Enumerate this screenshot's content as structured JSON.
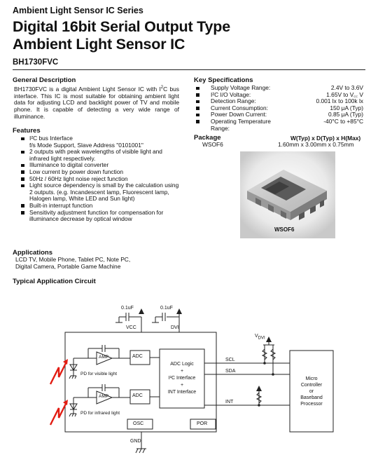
{
  "header": {
    "series": "Ambient Light Sensor IC Series",
    "title_line1": "Digital 16bit Serial Output Type",
    "title_line2": "Ambient Light Sensor IC",
    "part_number": "BH1730FVC"
  },
  "general_description": {
    "heading": "General Description",
    "text_a": "BH1730FVC is a digital Ambient Light Sensor IC with I",
    "sup": "2",
    "text_b": "C bus interface. This IC is most suitable for obtaining ambient light data for adjusting LCD and backlight power of TV and mobile phone. It is capable of detecting a very wide range of illuminance."
  },
  "features": {
    "heading": "Features",
    "items": [
      "I²C bus Interface",
      "f/s Mode Support, Slave Address \"0101001\"",
      "2 outputs with peak wavelengths of visible light and infrared light respectively.",
      "Illuminance to digital converter",
      "Low current by power down function",
      "50Hz / 60Hz light noise reject function",
      "Light source dependency is small by the calculation using 2 outputs. (e.g. Incandescent lamp, Fluorescent lamp, Halogen lamp, White LED and Sun light)",
      "Built-in interrupt function",
      "Sensitivity adjustment function for compensation for illuminance decrease by optical window"
    ]
  },
  "key_specifications": {
    "heading": "Key Specifications",
    "rows": [
      {
        "label": "Supply Voltage Range:",
        "value": "2.4V to 3.6V"
      },
      {
        "label": "I²C I/O Voltage:",
        "value": "1.65V to V꜀꜀ V"
      },
      {
        "label": "Detection Range:",
        "value": "0.001 lx to 100k lx"
      },
      {
        "label": "Current Consumption:",
        "value": "150 μA (Typ)"
      },
      {
        "label": "Power Down Current:",
        "value": "0.85 μA (Typ)"
      },
      {
        "label": "Operating Temperature Range:",
        "value": "-40°C to +85°C"
      }
    ]
  },
  "package": {
    "heading": "Package",
    "dim_header": "W(Typ) x D(Typ) x H(Max)",
    "name": "WSOF6",
    "dims": "1.60mm x 3.00mm x 0.75mm",
    "image_label": "WSOF6"
  },
  "applications": {
    "heading": "Applications",
    "line1": "LCD TV, Mobile Phone, Tablet PC, Note PC,",
    "line2": "Digital Camera, Portable Game Machine"
  },
  "circuit": {
    "heading": "Typical Application Circuit",
    "cap1": "0.1uF",
    "cap2": "0.1uF",
    "vcc": "VCC",
    "dvi": "DVI",
    "vdvi_main": "V",
    "vdvi_sub": "DVI",
    "amp1": "AMP",
    "amp2": "AMP",
    "adc1": "ADC",
    "adc2": "ADC",
    "logic1": "ADC Logic",
    "logic_plus1": "+",
    "logic_i2c": "I²C Interface",
    "logic_plus2": "+",
    "logic_int": "INT Interface",
    "pd_visible": "PD for visible light",
    "pd_infrared": "PD for infrared light",
    "osc": "OSC",
    "por": "POR",
    "gnd": "GND",
    "scl": "SCL",
    "sda": "SDA",
    "int": "INT",
    "mc1": "Micro",
    "mc2": "Controller",
    "mc3": "or",
    "mc4": "Baseband",
    "mc5": "Processor"
  }
}
